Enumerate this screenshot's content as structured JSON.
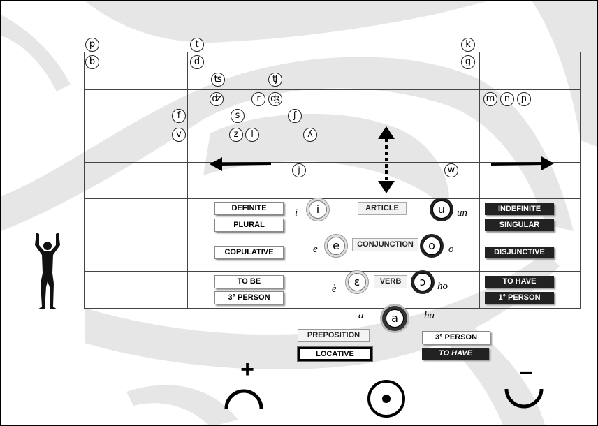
{
  "consonants": {
    "p": "p",
    "b": "b",
    "t": "t",
    "d": "d",
    "k": "k",
    "g": "g",
    "ts": "ʦ",
    "tsh": "ʧ",
    "dz": "ʣ",
    "r": "r",
    "dzh": "ʤ",
    "m": "m",
    "n": "n",
    "nj": "ɲ",
    "f": "f",
    "s": "s",
    "sh": "ʃ",
    "v": "v",
    "z": "z",
    "l": "l",
    "lj": "ʎ",
    "j": "j",
    "w": "w"
  },
  "vowels": {
    "i": "i",
    "u": "u",
    "e": "e",
    "o": "o",
    "eh": "ɛ",
    "oh": "ɔ",
    "a": "a"
  },
  "words": {
    "i": "i",
    "un": "un",
    "e": "e",
    "o": "o",
    "e_grave": "è",
    "ho": "ho",
    "a": "a",
    "ha": "ha"
  },
  "labels": {
    "definite": "DEFINITE",
    "plural": "PLURAL",
    "article": "ARTICLE",
    "indefinite": "INDEFINITE",
    "singular": "SINGULAR",
    "copulative": "COPULATIVE",
    "conjunction": "CONJUNCTION",
    "disjunctive": "DISJUNCTIVE",
    "to_be": "TO BE",
    "third_person": "3° PERSON",
    "verb": "VERB",
    "to_have": "TO HAVE",
    "first_person": "1° PERSON",
    "preposition": "PREPOSITION",
    "locative": "LOCATIVE",
    "third_person_2": "3° PERSON",
    "to_have_2": "TO HAVE"
  },
  "symbols": {
    "plus": "+",
    "minus": "−"
  },
  "colors": {
    "background_shape": "#e4e4e4",
    "line": "#444444",
    "dark_label": "#222222"
  }
}
